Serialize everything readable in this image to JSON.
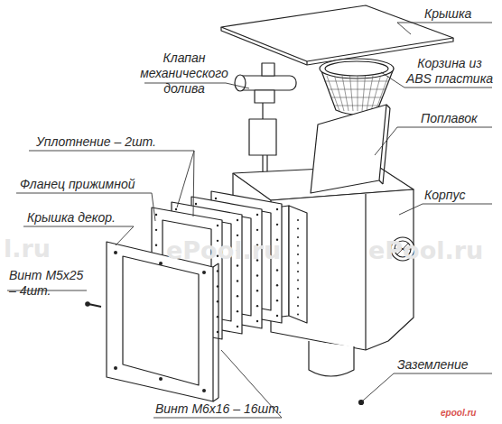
{
  "diagram": {
    "labels": [
      "Крышка",
      "Клапан механического долива",
      "Корзина из ABS пластика",
      "Поплавок",
      "Уплотнение – 2шт.",
      "Фланец прижимной",
      "Корпус",
      "Крышка декор.",
      "Винт М5х25 – 4шт.",
      "Заземление",
      "Винт М6х16 – 16шт.",
      "l.ru",
      "ePool.ru",
      "ePool.ru",
      "epool.ru"
    ]
  }
}
